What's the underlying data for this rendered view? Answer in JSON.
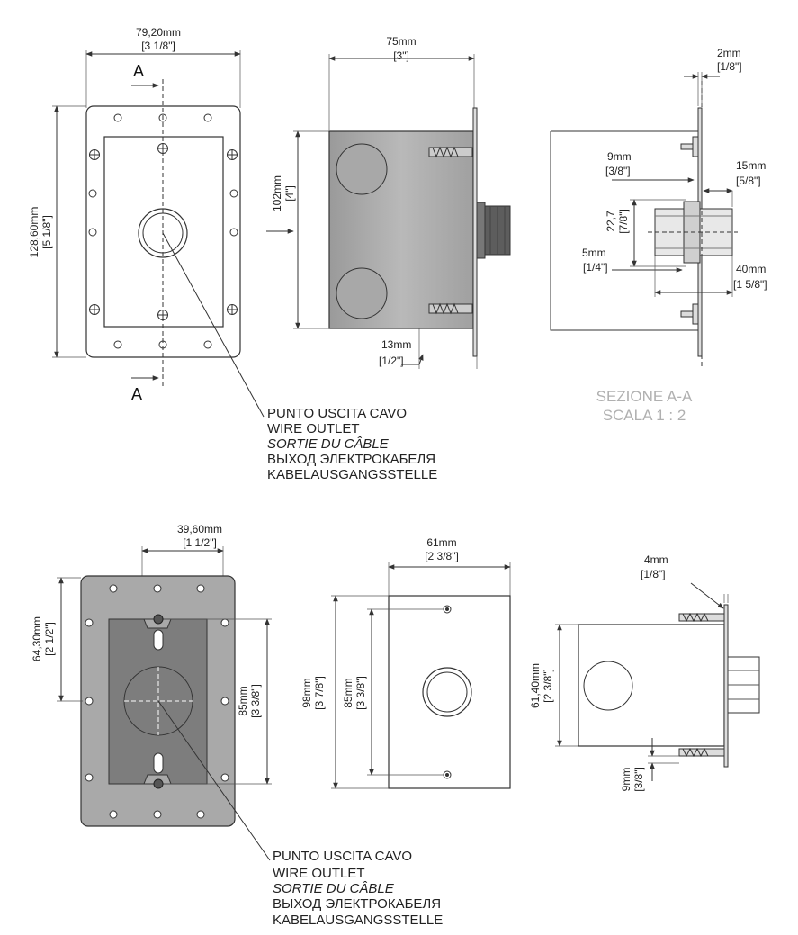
{
  "dims": {
    "top_front_width_mm": "79,20mm",
    "top_front_width_in": "[3 1/8\"]",
    "top_front_height_mm": "128,60mm",
    "top_front_height_in": "[5 1/8\"]",
    "side_width_mm": "75mm",
    "side_width_in": "[3\"]",
    "side_height_mm": "102mm",
    "side_height_in": "[4\"]",
    "side_flange_mm": "13mm",
    "side_flange_in": "[1/2\"]",
    "sec_plate_mm": "2mm",
    "sec_plate_in": "[1/8\"]",
    "sec_9_mm": "9mm",
    "sec_9_in": "[3/8\"]",
    "sec_15_mm": "15mm",
    "sec_15_in": "[5/8\"]",
    "sec_227_mm": "22,7",
    "sec_227_in": "[7/8\"]",
    "sec_5_mm": "5mm",
    "sec_5_in": "[1/4\"]",
    "sec_40_mm": "40mm",
    "sec_40_in": "[1 5/8\"]",
    "bot_front_offset_mm": "39,60mm",
    "bot_front_offset_in": "[1 1/2\"]",
    "bot_front_vert_mm": "64,30mm",
    "bot_front_vert_in": "[2 1/2\"]",
    "bot_front_hole_mm": "85mm",
    "bot_front_hole_in": "[3 3/8\"]",
    "cover_width_mm": "61mm",
    "cover_width_in": "[2 3/8\"]",
    "cover_height_mm": "98mm",
    "cover_height_in": "[3 7/8\"]",
    "cover_hole_mm": "85mm",
    "cover_hole_in": "[3 3/8\"]",
    "bot_side_plate_mm": "4mm",
    "bot_side_plate_in": "[1/8\"]",
    "bot_side_height_mm": "61,40mm",
    "bot_side_height_in": "[2 3/8\"]",
    "bot_side_9_mm": "9mm",
    "bot_side_9_in": "[3/8\"]"
  },
  "section": {
    "marker": "A",
    "title": "SEZIONE A-A",
    "scale": "SCALA 1 : 2"
  },
  "outlet_label": {
    "it": "PUNTO USCITA CAVO",
    "en": "WIRE OUTLET",
    "fr": "SORTIE DU CÂBLE",
    "ru": "ВЫХОД  ЭЛЕКТРОКАБЕЛЯ",
    "de": "KABELAUSGANGSSTELLE"
  }
}
